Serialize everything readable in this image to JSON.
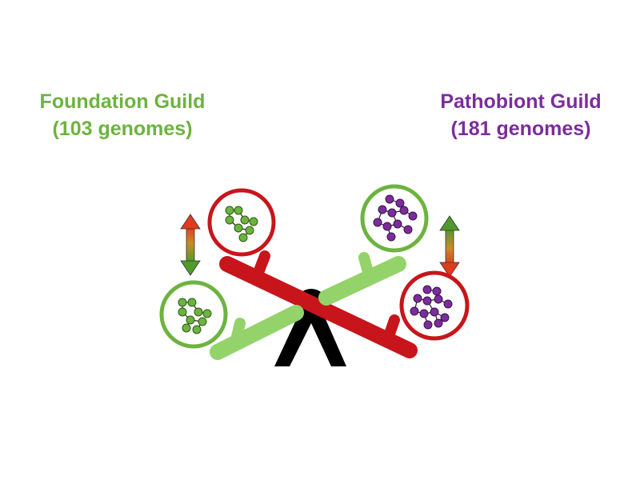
{
  "foundation": {
    "name": "Foundation Guild",
    "count": "(103 genomes)",
    "color": "#6db33f"
  },
  "pathobiont": {
    "name": "Pathobiont  Guild",
    "count": "(181 genomes)",
    "color": "#7b2d9b"
  },
  "colors": {
    "beam_red": "#c8151b",
    "beam_green": "#93d36a",
    "fulcrum": "#000000",
    "circle_red_border": "#c8151b",
    "circle_green_border": "#6db33f"
  },
  "icons": [
    "seesaw-icon",
    "network-cluster-icon",
    "double-arrow-icon"
  ]
}
